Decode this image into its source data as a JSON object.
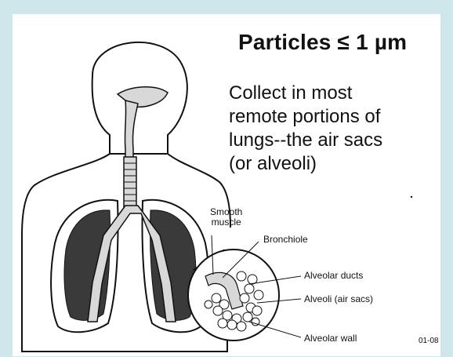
{
  "title": "Particles ≤ 1 µm",
  "description_lines": [
    "Collect in most",
    "remote portions of",
    "lungs--the air sacs",
    "(or alveoli)"
  ],
  "labels": {
    "smooth_muscle_line1": "Smooth",
    "smooth_muscle_line2": "muscle",
    "bronchiole": "Bronchiole",
    "alveolar_ducts": "Alveolar ducts",
    "alveoli": "Alveoli (air sacs)",
    "alveolar_wall": "Alveolar wall"
  },
  "figure_code": "01-08",
  "colors": {
    "frame_background": "#cfe6ea",
    "slide_background": "#ffffff",
    "ink": "#111111",
    "lung_fill": "#3a3a3a",
    "airway_fill": "#d8d8d8"
  }
}
